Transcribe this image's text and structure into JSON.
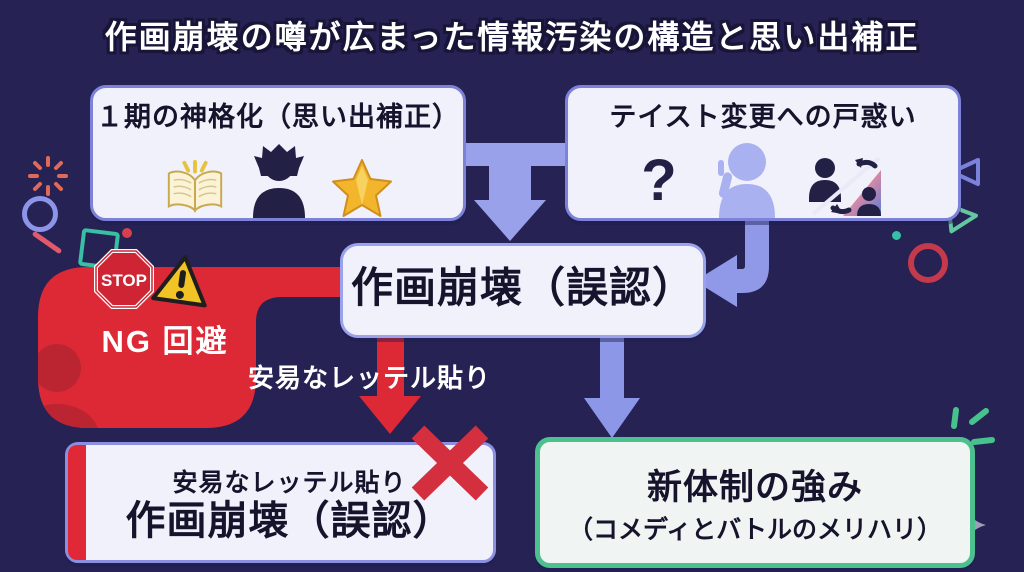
{
  "title": "作画崩壊の噂が広まった情報汚染の構造と思い出補正",
  "boxes": {
    "idolization": {
      "label": "１期の神格化（思い出補正）",
      "icons": [
        "open-book",
        "fan-silhouette",
        "gold-star"
      ]
    },
    "taste_change": {
      "label": "テイスト変更への戸惑い",
      "question_mark": "?",
      "icons": [
        "question-mark",
        "confused-person",
        "style-swap"
      ]
    },
    "misrecognition": {
      "label": "作画崩壊（誤認）"
    },
    "labeling": {
      "line1": "安易なレッテル貼り",
      "line2": "作画崩壊（誤認）"
    },
    "new_regime": {
      "line1": "新体制の強み",
      "line2": "（コメディとバトルのメリハリ）"
    }
  },
  "ng_zone": {
    "stop_sign": "STOP",
    "label": "NG 回避"
  },
  "edge_label": "安易なレッテル貼り",
  "colors": {
    "background": "#262254",
    "box_fill": "#f1f1fb",
    "box_border": "#7d82d8",
    "arrow_periwinkle": "#98a1ea",
    "alert_red": "#dd2936",
    "success_green": "#4cc08e"
  }
}
